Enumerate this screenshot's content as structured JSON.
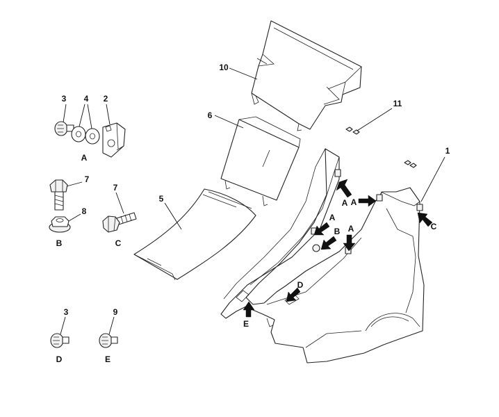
{
  "callouts": {
    "n1": "1",
    "n2": "2",
    "n3a": "3",
    "n3b": "3",
    "n4": "4",
    "n5": "5",
    "n6": "6",
    "n7a": "7",
    "n7b": "7",
    "n8": "8",
    "n9": "9",
    "n10": "10",
    "n11": "11"
  },
  "fastener_groups": {
    "a": "A",
    "b": "B",
    "c": "C",
    "d": "D",
    "e": "E"
  },
  "location_arrows": {
    "a1": "A",
    "a2": "A",
    "a3": "A",
    "a4": "A",
    "b": "B",
    "c": "C",
    "d": "D",
    "e": "E"
  }
}
